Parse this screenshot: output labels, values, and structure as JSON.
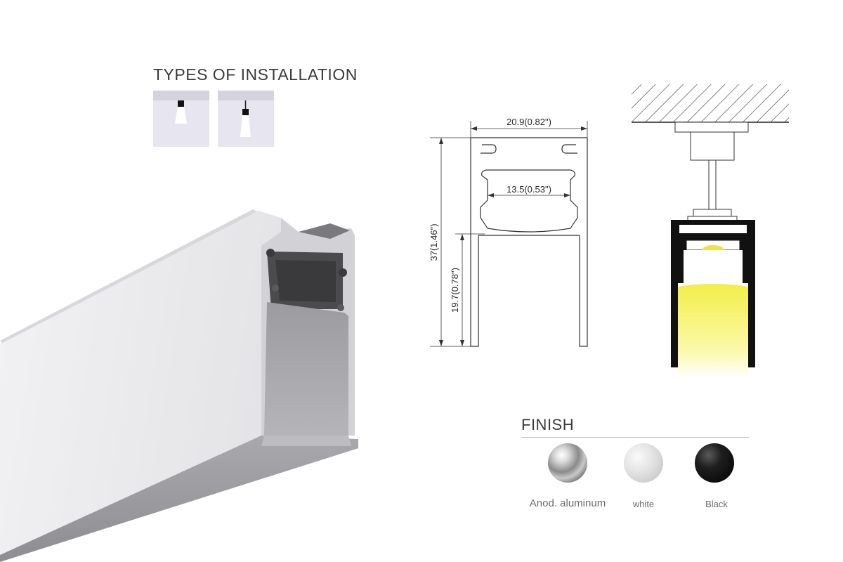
{
  "installation": {
    "title": "TYPES OF INSTALLATION",
    "options": [
      {
        "icon": "recessed-installation-icon"
      },
      {
        "icon": "suspended-installation-icon"
      }
    ]
  },
  "drawing": {
    "width_label": "20.9(0.82\")",
    "inner_width_label": "13.5(0.53\")",
    "height_label": "37(1.46\")",
    "lower_height_label": "19.7(0.78\")"
  },
  "finish": {
    "title": "FINISH",
    "options": [
      {
        "label": "Anod. aluminum",
        "color": "#9a9a9a"
      },
      {
        "label": "white",
        "color": "#dcdcdc"
      },
      {
        "label": "Black",
        "color": "#111111"
      }
    ]
  }
}
